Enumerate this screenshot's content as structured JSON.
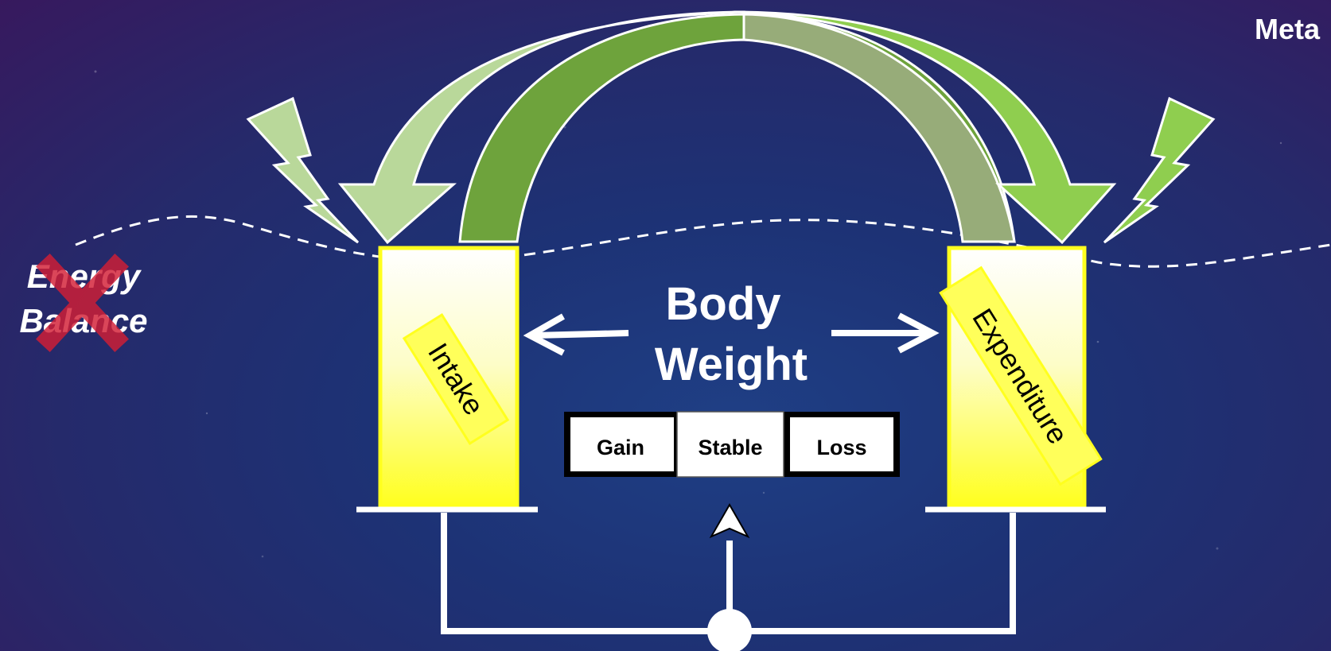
{
  "corner_label": "Meta",
  "energy_balance": {
    "line1": "Energy",
    "line2": "Balance",
    "crossed": true,
    "cross_color": "#d21e35"
  },
  "body_weight": {
    "line1": "Body",
    "line2": "Weight"
  },
  "intake_label": "Intake",
  "expenditure_label": "Expenditure",
  "scale": {
    "gain": "Gain",
    "stable": "Stable",
    "loss": "Loss",
    "selected": "Stable"
  },
  "colors": {
    "arrow_light_green": "#b9d89a",
    "arrow_dark_green": "#6ea33c",
    "arrow_olive": "#97ac79",
    "arrow_bright_green": "#8fce4f",
    "column_yellow": "#ffff1e",
    "label_yellow": "#ffff5a"
  }
}
